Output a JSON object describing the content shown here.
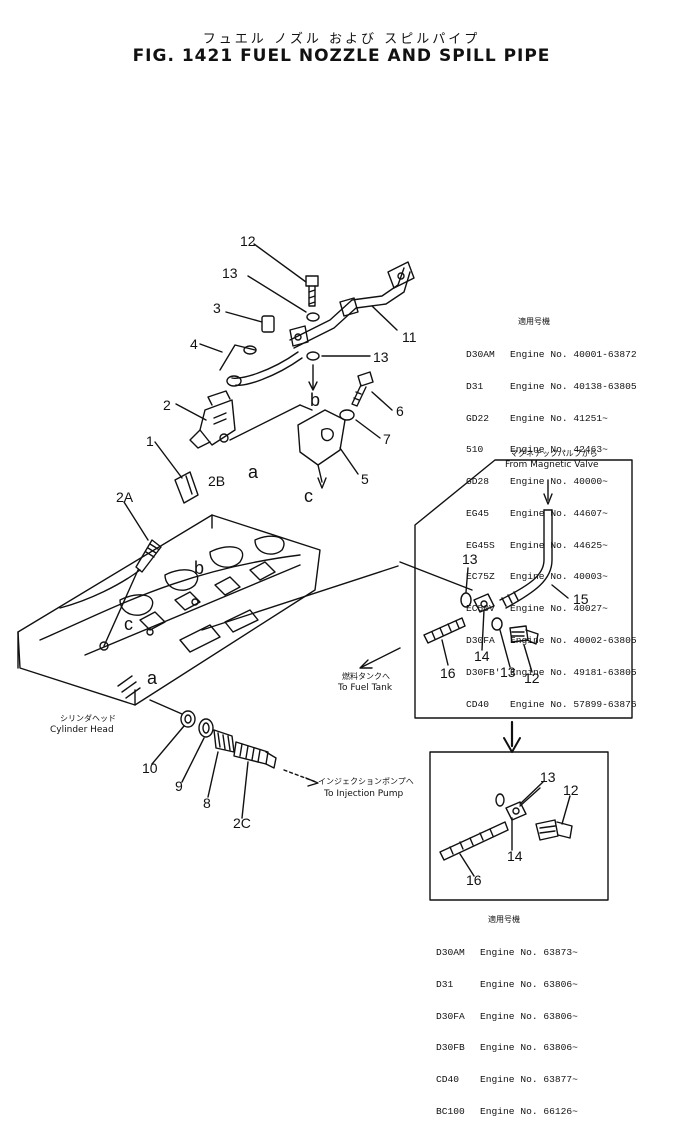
{
  "title": {
    "jp": "フュエル ノズル および スピルパイプ",
    "en": "FIG. 1421  FUEL NOZZLE AND SPILL PIPE"
  },
  "callouts": [
    "12",
    "13",
    "3",
    "4",
    "13",
    "11",
    "2",
    "b",
    "6",
    "7",
    "1",
    "2B",
    "a",
    "5",
    "c",
    "2A",
    "b",
    "c",
    "a",
    "13",
    "15",
    "14",
    "16",
    "13",
    "12",
    "10",
    "9",
    "8",
    "2C",
    "13",
    "12",
    "14",
    "16"
  ],
  "labels": {
    "magnetic_jp": "マグネチックバルブから",
    "magnetic_en": "From Magnetic Valve",
    "fueltank_jp": "燃料タンクへ",
    "fueltank_en": "To Fuel Tank",
    "cylinder_jp": "シリンダヘッド",
    "cylinder_en": "Cylinder Head",
    "injection_jp": "インジェクションポンプへ",
    "injection_en": "To Injection Pump"
  },
  "applicability_top": {
    "header": "適用号機",
    "rows": [
      {
        "model": "D30AM",
        "word": "Engine",
        "no": "No.",
        "serial": "40001-63872"
      },
      {
        "model": "D31",
        "word": "Engine",
        "no": "No.",
        "serial": "40138-63805"
      },
      {
        "model": "GD22",
        "word": "Engine",
        "no": "No.",
        "serial": "41251~"
      },
      {
        "model": "510",
        "word": "Engine",
        "no": "No.",
        "serial": "42463~"
      },
      {
        "model": "GD28",
        "word": "Engine",
        "no": "No.",
        "serial": "40000~"
      },
      {
        "model": "EG45",
        "word": "Engine",
        "no": "No.",
        "serial": "44607~"
      },
      {
        "model": "EG45S",
        "word": "Engine",
        "no": "No.",
        "serial": "44625~"
      },
      {
        "model": "EC75Z",
        "word": "Engine",
        "no": "No.",
        "serial": "40003~"
      },
      {
        "model": "EC50V",
        "word": "Engine",
        "no": "No.",
        "serial": "40027~"
      },
      {
        "model": "D30FA",
        "word": "Engine",
        "no": "No.",
        "serial": "40002-63805"
      },
      {
        "model": "D30FB'",
        "word": "Engine",
        "no": "No.",
        "serial": "49181-63805"
      },
      {
        "model": "CD40",
        "word": "Engine",
        "no": "No.",
        "serial": "57899-63876"
      }
    ]
  },
  "applicability_bottom": {
    "header": "適用号機",
    "rows": [
      {
        "model": "D30AM",
        "word": "Engine",
        "no": "No.",
        "serial": "63873~"
      },
      {
        "model": "D31",
        "word": "Engine",
        "no": "No.",
        "serial": "63806~"
      },
      {
        "model": "D30FA",
        "word": "Engine",
        "no": "No.",
        "serial": "63806~"
      },
      {
        "model": "D30FB",
        "word": "Engine",
        "no": "No.",
        "serial": "63806~"
      },
      {
        "model": "CD40",
        "word": "Engine",
        "no": "No.",
        "serial": "63877~"
      },
      {
        "model": "BC100",
        "word": "Engine",
        "no": "No.",
        "serial": "66126~"
      }
    ]
  }
}
